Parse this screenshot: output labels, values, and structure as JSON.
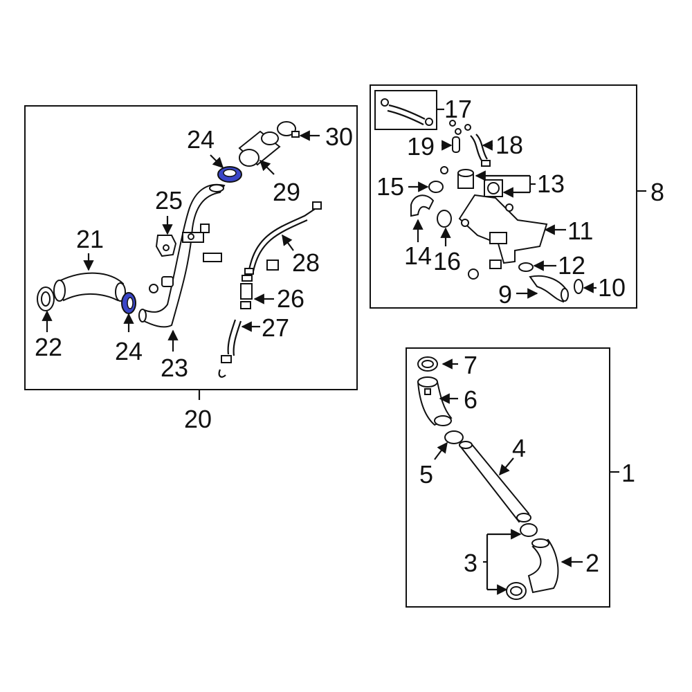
{
  "labels": {
    "l1": "1",
    "l2": "2",
    "l3": "3",
    "l4": "4",
    "l5": "5",
    "l6": "6",
    "l7": "7",
    "l8": "8",
    "l9": "9",
    "l10": "10",
    "l11": "11",
    "l12": "12",
    "l13": "13",
    "l14": "14",
    "l15": "15",
    "l16": "16",
    "l17": "17",
    "l18": "18",
    "l19": "19",
    "l20": "20",
    "l21": "21",
    "l22": "22",
    "l23": "23",
    "l24a": "24",
    "l24b": "24",
    "l25": "25",
    "l26": "26",
    "l27": "27",
    "l28": "28",
    "l29": "29",
    "l30": "30"
  },
  "colors": {
    "highlight": "#3a46c8",
    "line": "#111111",
    "background": "#ffffff"
  }
}
